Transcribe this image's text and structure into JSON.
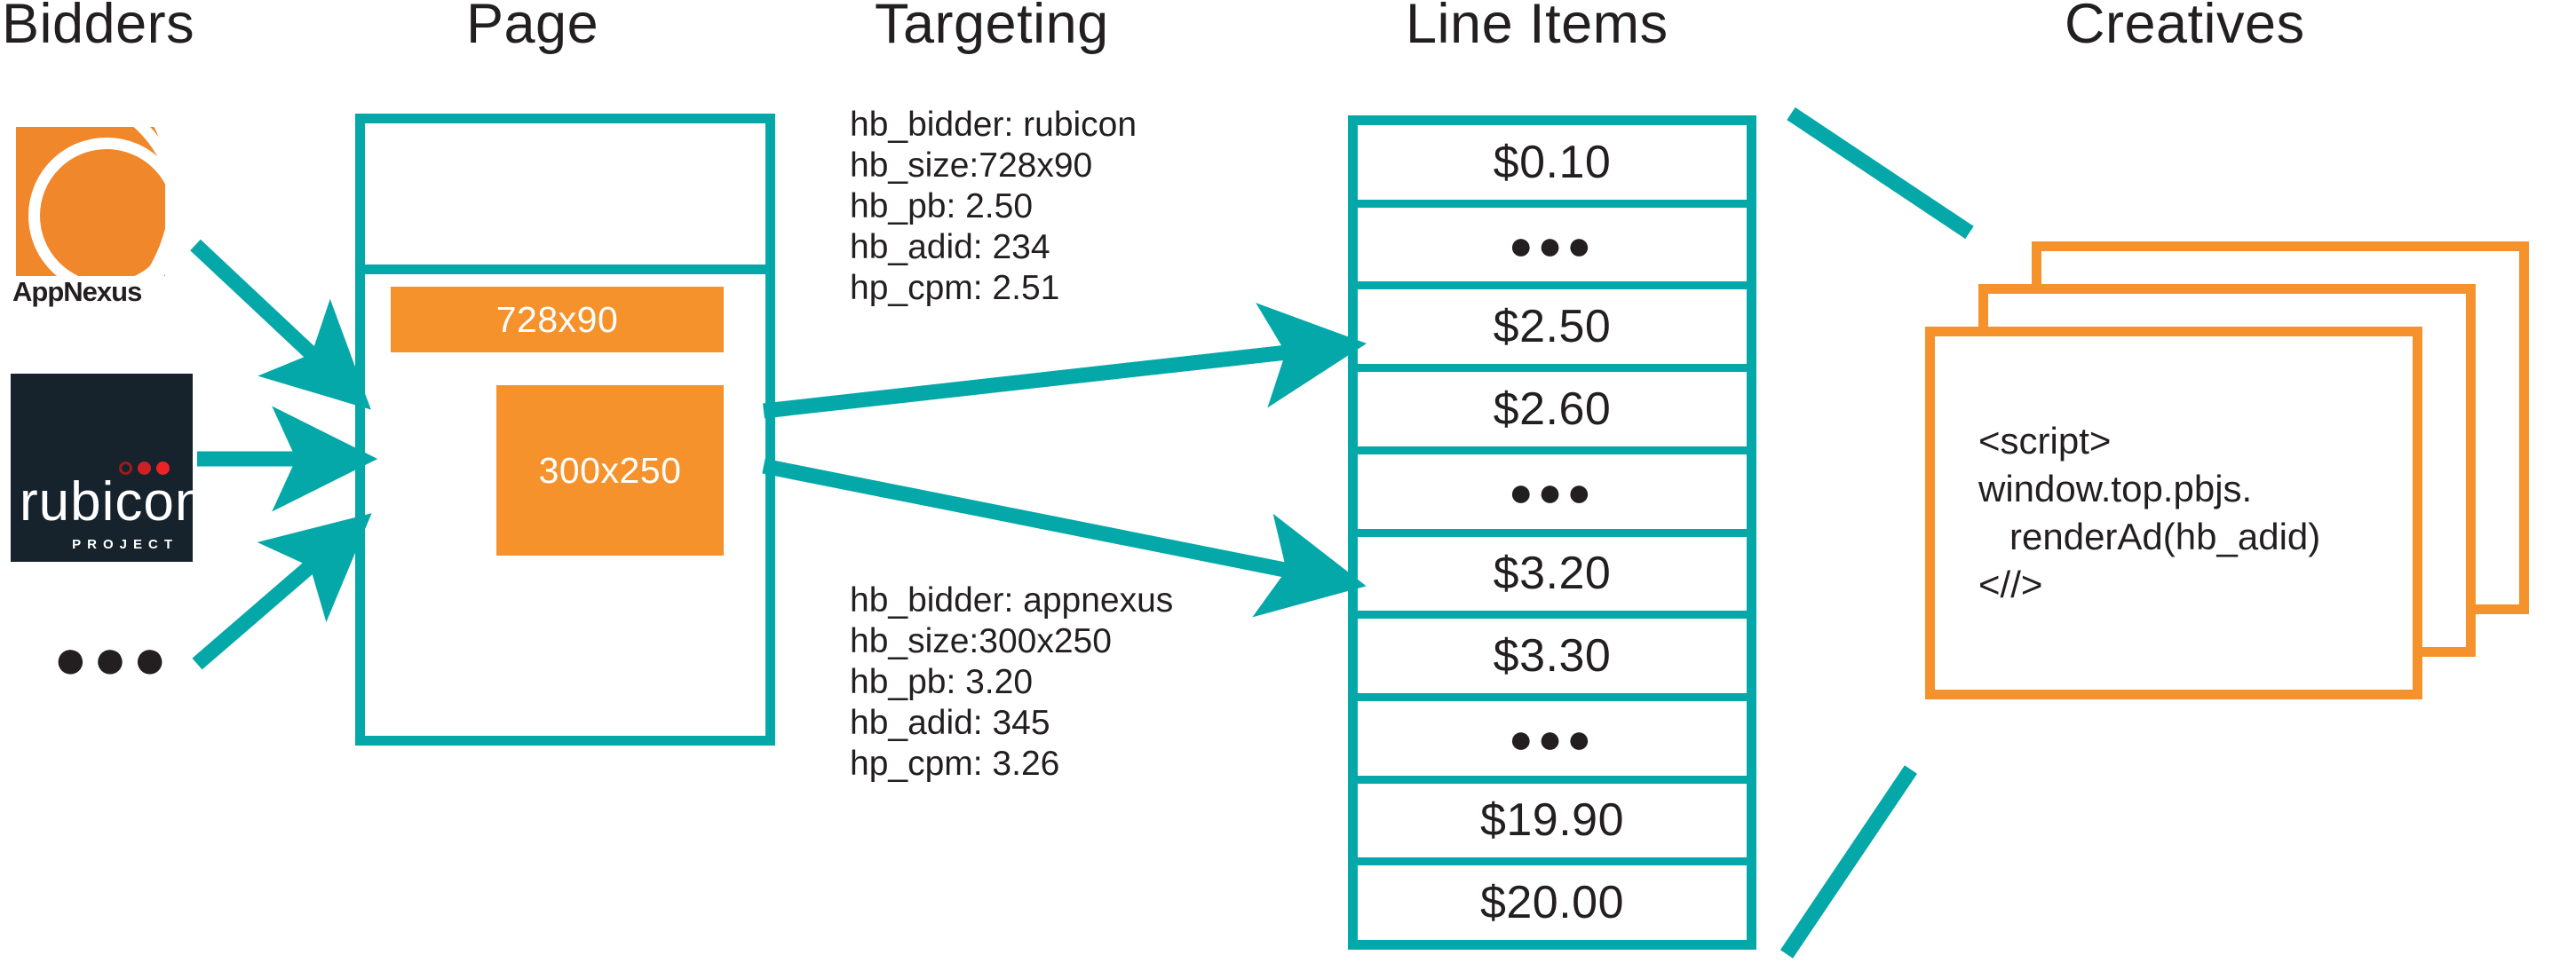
{
  "columns": [
    {
      "id": "bidders",
      "label": "Bidders"
    },
    {
      "id": "page",
      "label": "Page"
    },
    {
      "id": "targeting",
      "label": "Targeting"
    },
    {
      "id": "line_items",
      "label": "Line Items"
    },
    {
      "id": "creatives",
      "label": "Creatives"
    }
  ],
  "bidders": {
    "appnexus": {
      "name": "AppNexus",
      "logo_icon": "appnexus-logo-icon"
    },
    "rubicon": {
      "name": "rubicon",
      "subtitle": "PROJECT",
      "logo_icon": "rubicon-project-logo-icon"
    },
    "more": "●●●"
  },
  "page": {
    "ad_slots": [
      {
        "id": "slot-728x90",
        "label": "728x90"
      },
      {
        "id": "slot-300x250",
        "label": "300x250"
      }
    ]
  },
  "targeting": {
    "blocks": [
      {
        "id": "targeting-rubicon",
        "lines": [
          "hb_bidder: rubicon",
          "hb_size:728x90",
          "hb_pb: 2.50",
          "hb_adid: 234",
          "hp_cpm: 2.51"
        ],
        "keys": {
          "hb_bidder": "rubicon",
          "hb_size": "728x90",
          "hb_pb": "2.50",
          "hb_adid": "234",
          "hp_cpm": "2.51"
        }
      },
      {
        "id": "targeting-appnexus",
        "lines": [
          "hb_bidder: appnexus",
          "hb_size:300x250",
          "hb_pb: 3.20",
          "hb_adid: 345",
          "hp_cpm: 3.26"
        ],
        "keys": {
          "hb_bidder": "appnexus",
          "hb_size": "300x250",
          "hb_pb": "3.20",
          "hb_adid": "345",
          "hp_cpm": "3.26"
        }
      }
    ]
  },
  "line_items": {
    "rows": [
      {
        "label": "$0.10",
        "type": "value"
      },
      {
        "label": "●●●",
        "type": "ellipsis"
      },
      {
        "label": "$2.50",
        "type": "value"
      },
      {
        "label": "$2.60",
        "type": "value"
      },
      {
        "label": "●●●",
        "type": "ellipsis"
      },
      {
        "label": "$3.20",
        "type": "value"
      },
      {
        "label": "$3.30",
        "type": "value"
      },
      {
        "label": "●●●",
        "type": "ellipsis"
      },
      {
        "label": "$19.90",
        "type": "value"
      },
      {
        "label": "$20.00",
        "type": "value"
      }
    ]
  },
  "creatives": {
    "card_count": 3,
    "code": "<script>\nwindow.top.pbjs.\n   renderAd(hb_adid)\n<//>"
  },
  "colors": {
    "teal": "#05a8a8",
    "orange": "#f5922b",
    "appnexus_orange": "#f1872b",
    "rubicon_dark": "#16232c",
    "rubicon_red": "#ec2227",
    "ink": "#231f20",
    "background": "#ffffff"
  }
}
